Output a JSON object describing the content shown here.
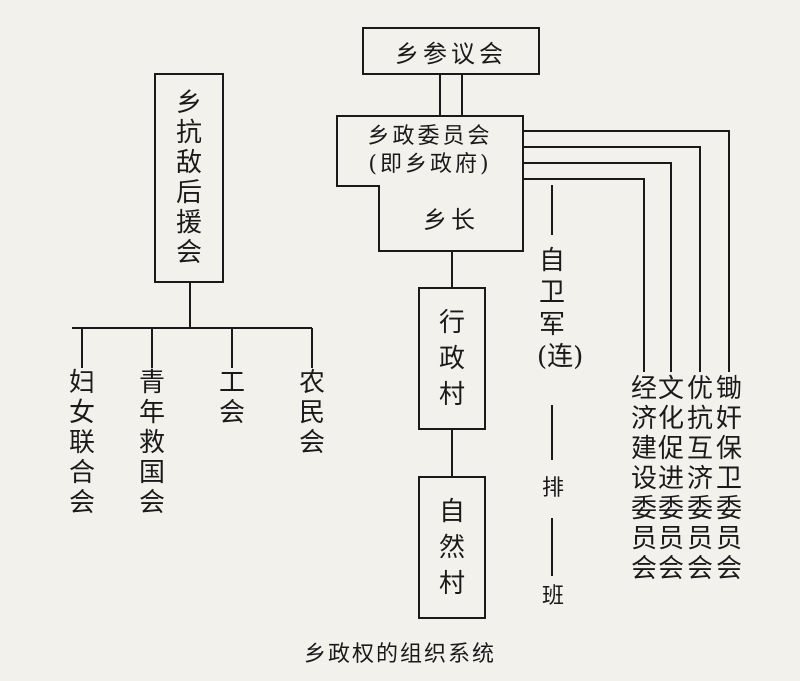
{
  "caption": "乡政权的组织系统",
  "left_branch": {
    "root": "乡抗敌后援会",
    "children": [
      "妇女联合会",
      "青年救国会",
      "工会",
      "农民会"
    ]
  },
  "right_branch": {
    "council": "乡参议会",
    "government": {
      "line1": "乡政委员会",
      "line2": "(即乡政府)"
    },
    "chief": "乡长",
    "admin_village": "行政村",
    "natural_village": "自然村",
    "militia": "自卫军(连)",
    "platoon": "排",
    "squad": "班",
    "committees": [
      "经济建设委员会",
      "文化促进委员会",
      "优抗互济委员会",
      "锄奸保卫委员会"
    ]
  }
}
